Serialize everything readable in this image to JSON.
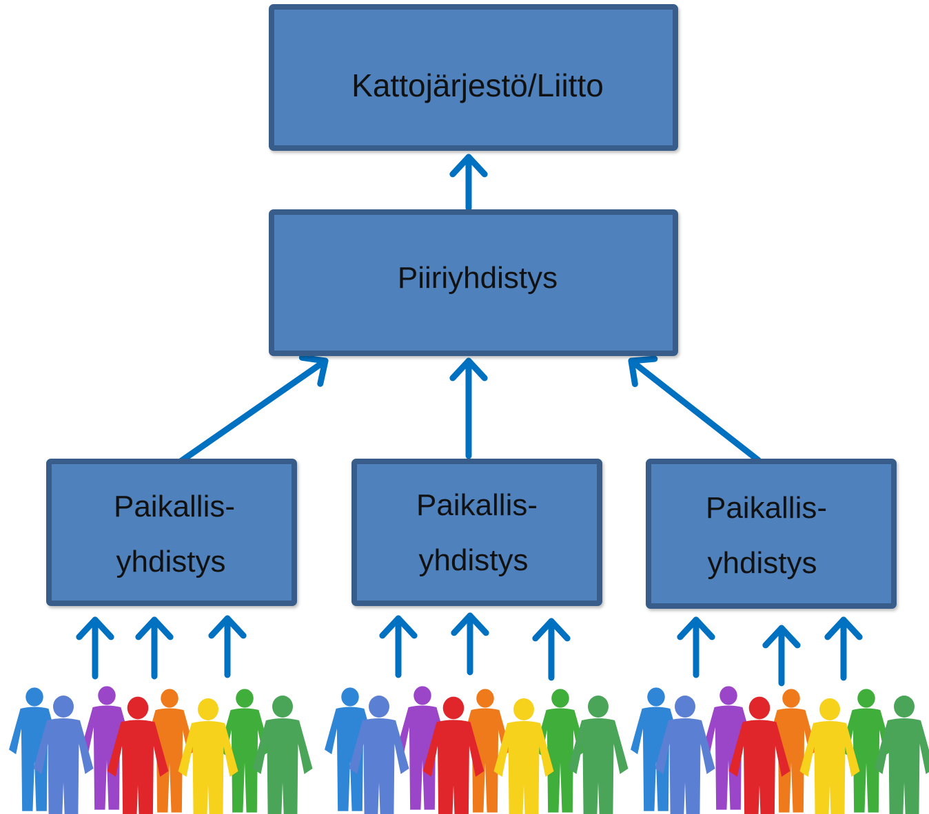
{
  "nodes": {
    "top": {
      "label": "Kattojärjestö/Liitto"
    },
    "district": {
      "label": "Piiriyhdistys"
    },
    "local": [
      {
        "line1": "Paikallis-",
        "line2": "yhdistys"
      },
      {
        "line1": "Paikallis-",
        "line2": "yhdistys"
      },
      {
        "line1": "Paikallis-",
        "line2": "yhdistys"
      }
    ]
  },
  "colors": {
    "box_fill": "#4F81BD",
    "box_border": "#385D8A",
    "arrow": "#0070C0",
    "people": [
      "#2f86d6",
      "#5b7fd2",
      "#9b45c9",
      "#e0262a",
      "#ef7a1c",
      "#f6d21d",
      "#3fae3b",
      "#4aa558"
    ]
  },
  "icons": {
    "crowd": "people-group-icon"
  }
}
